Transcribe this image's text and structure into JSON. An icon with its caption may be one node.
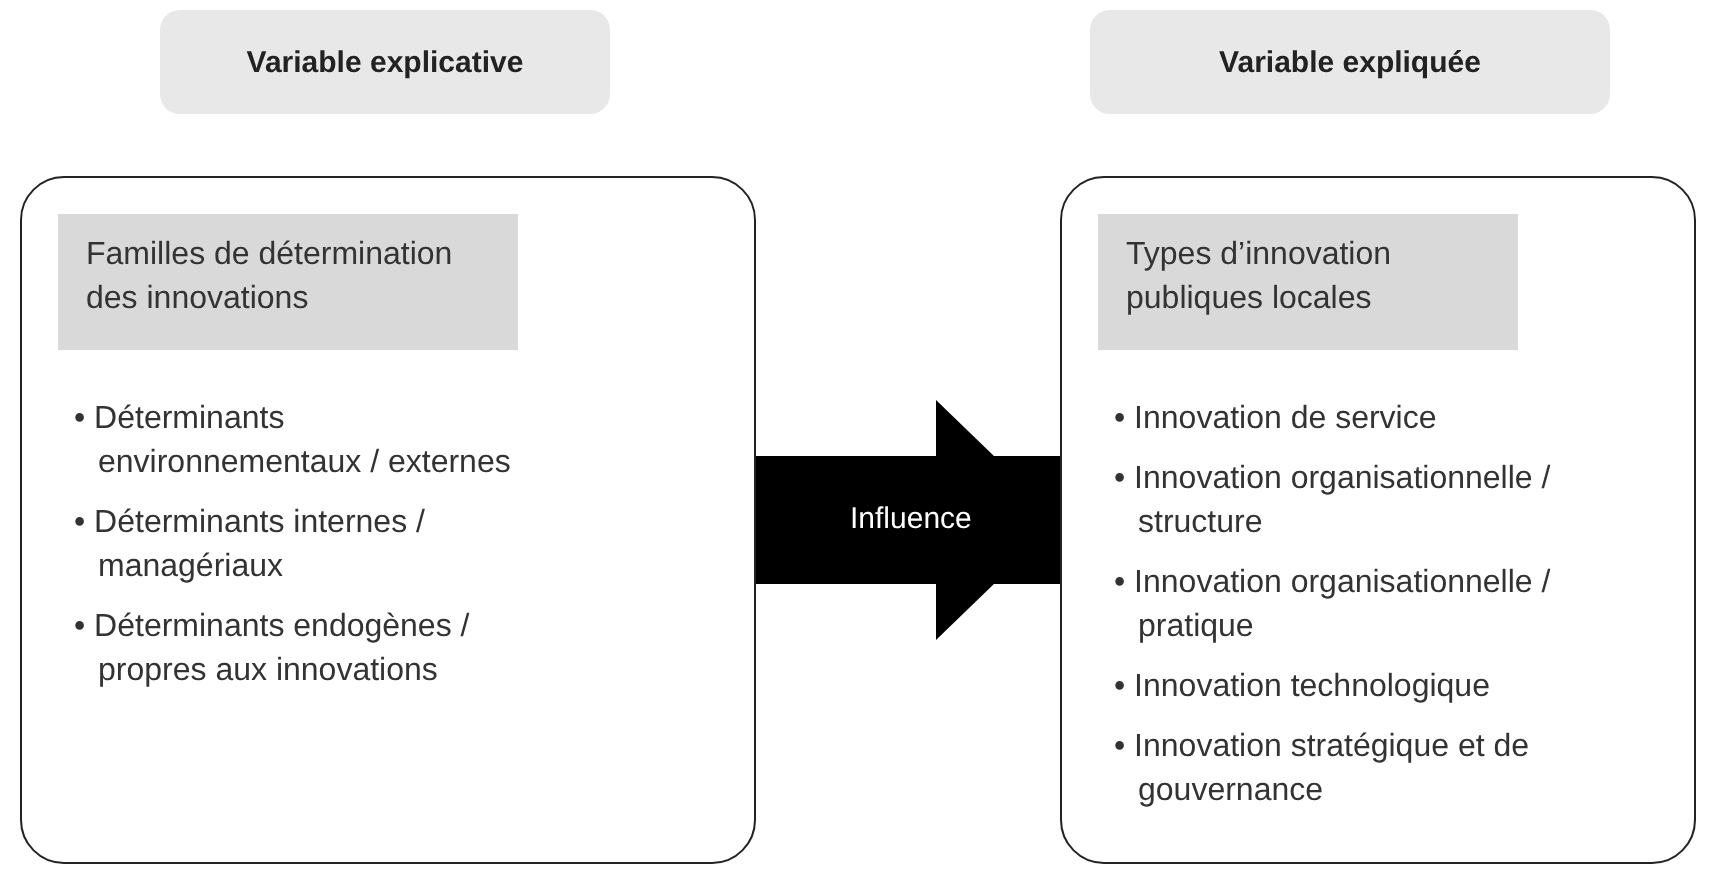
{
  "diagram": {
    "nodes": [
      {
        "text": [
          "Variable explicative"
        ]
      },
      {
        "text": [
          "• Déterminants environnementaux / externes",
          "• Déterminants internes / managériaux",
          "• Déterminants endogènes / propres aux innovations"
        ]
      },
      {
        "text": [
          "Familles de détermination des innovations"
        ],
        "in": 1
      },
      {
        "text": [
          "Variable expliquée"
        ]
      },
      {
        "text": [
          "• Innovation de service",
          "• Innovation organisationnelle / structure",
          "• Innovation organisationnelle / pratique",
          "• Innovation technologique",
          "• Innovation stratégique et de gouvernance"
        ]
      },
      {
        "text": [
          "Types d’innovation publiques locales"
        ],
        "in": 4
      }
    ],
    "edges": [
      {
        "from": 1,
        "to": 4,
        "arrow": "to",
        "label": "Influence"
      }
    ]
  }
}
